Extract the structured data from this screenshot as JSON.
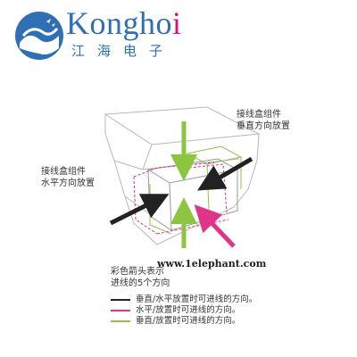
{
  "brand": {
    "name_main": "Kongho",
    "name_last": "i",
    "subtitle": "江海电子",
    "colors": {
      "primary": "#2f6fb5",
      "accent": "#d8127a"
    }
  },
  "labels": {
    "vertical": "接线盒组件\n垂直方向放置",
    "horizontal": "接线盒组件\n水平方向放置",
    "arrows_note": "彩色箭头表示\n进线的5个方向"
  },
  "watermark": "www.1elephant.com",
  "legend": [
    {
      "color": "#222222",
      "text": "垂直/水平放置时可进线的方向。"
    },
    {
      "color": "#e0338a",
      "text": "水平/放置时可进线的方向。"
    },
    {
      "color": "#8cc540",
      "text": "垂直/放置时可进线的方向。"
    }
  ]
}
